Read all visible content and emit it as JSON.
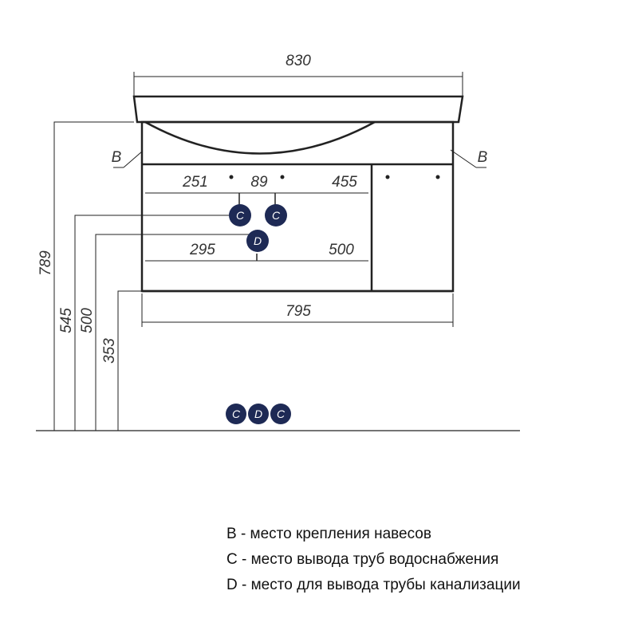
{
  "colors": {
    "line": "#222222",
    "marker_fill": "#1e2a55",
    "marker_text": "#ffffff"
  },
  "dimensions": {
    "total_width": "830",
    "cabinet_width": "795",
    "left_to_c": "251",
    "c_spacing": "89",
    "c_to_right": "455",
    "left_to_d": "295",
    "d_to_right": "500",
    "total_height": "789",
    "height_c": "545",
    "height_d": "500",
    "height_bottom": "353"
  },
  "markers": {
    "hinge_left": "B",
    "hinge_right": "B",
    "c_left": "C",
    "c_right": "C",
    "d": "D",
    "floor_c_left": "C",
    "floor_d": "D",
    "floor_c_right": "C"
  },
  "legend": [
    {
      "text": "B - место крепления навесов"
    },
    {
      "text": "C - место вывода труб водоснабжения"
    },
    {
      "text": "D - место для вывода трубы канализации"
    }
  ]
}
